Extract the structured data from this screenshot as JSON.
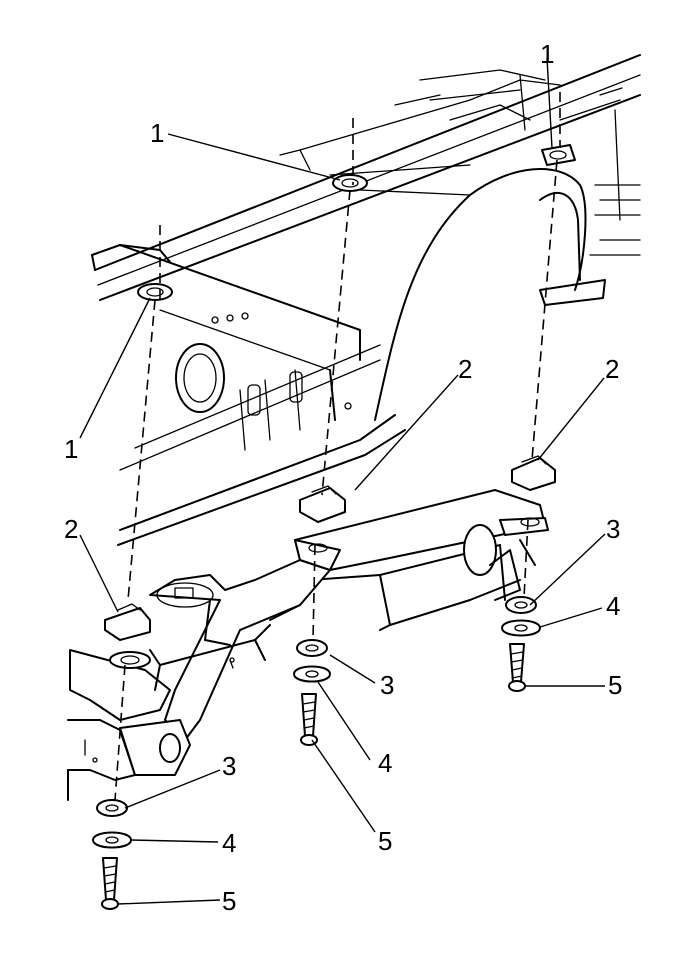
{
  "callouts": {
    "c1a": "1",
    "c1b": "1",
    "c1c": "1",
    "c2a": "2",
    "c2b": "2",
    "c2c": "2",
    "c3a": "3",
    "c3b": "3",
    "c3c": "3",
    "c4a": "4",
    "c4b": "4",
    "c4c": "4",
    "c5a": "5",
    "c5b": "5",
    "c5c": "5"
  }
}
